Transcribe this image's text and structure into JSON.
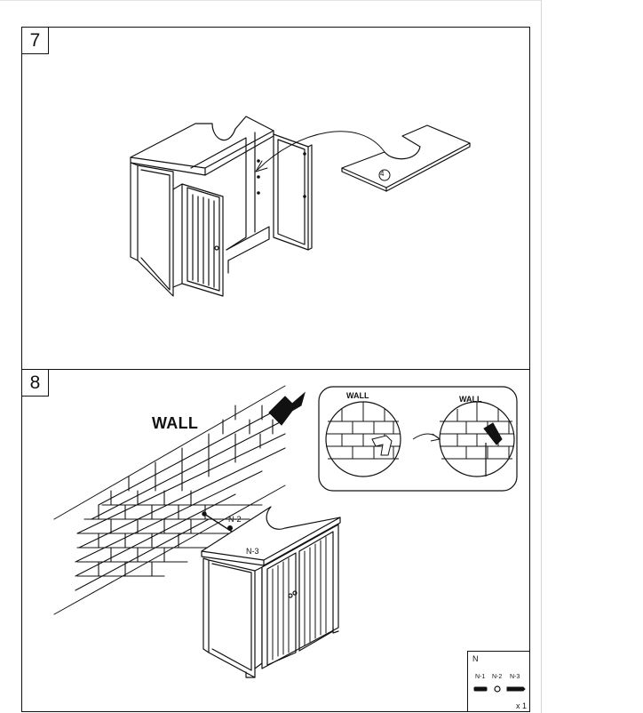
{
  "steps": [
    {
      "number": "7",
      "part_marker": "4"
    },
    {
      "number": "8",
      "wall_label": "WALL",
      "inset": {
        "left_label": "WALL",
        "right_label": "WALL"
      },
      "callouts": {
        "n2": "N-2",
        "n3": "N-3"
      },
      "parts_legend": {
        "title": "N",
        "parts": [
          "N-1",
          "N-2",
          "N-3"
        ],
        "quantity": "x 1"
      }
    }
  ],
  "icons": [
    "brick-wall-illustration",
    "arrow-icon",
    "cabinet-illustration",
    "screw-icon",
    "anchor-icon",
    "washer-icon",
    "drill-icon"
  ]
}
